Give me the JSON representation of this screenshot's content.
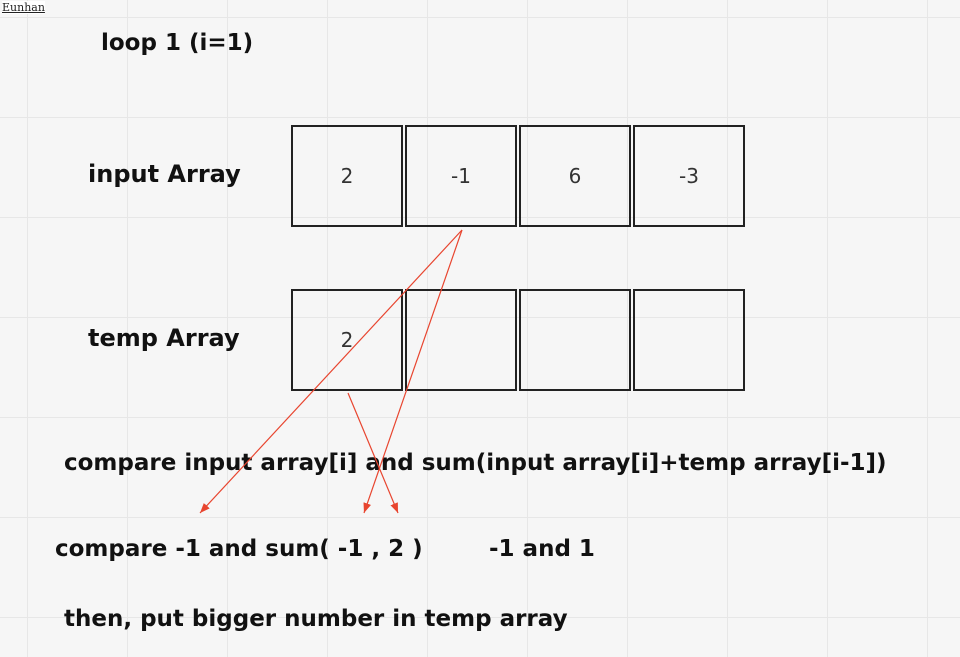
{
  "watermark": "Eunhan",
  "title": "loop 1 (i=1)",
  "input_array": {
    "label": "input Array",
    "cells": [
      "2",
      "-1",
      "6",
      "-3"
    ]
  },
  "temp_array": {
    "label": "temp Array",
    "cells": [
      "2",
      "",
      "",
      ""
    ]
  },
  "notes": {
    "compare_rule": "compare input array[i] and sum(input array[i]+temp array[i-1])",
    "compare_values": "compare -1 and sum( -1 , 2 )",
    "compare_result": "-1 and 1",
    "conclusion": "then, put bigger number in temp array"
  },
  "colors": {
    "arrow": "#e8452f",
    "cell_border": "#222222",
    "background": "#f6f6f6"
  }
}
